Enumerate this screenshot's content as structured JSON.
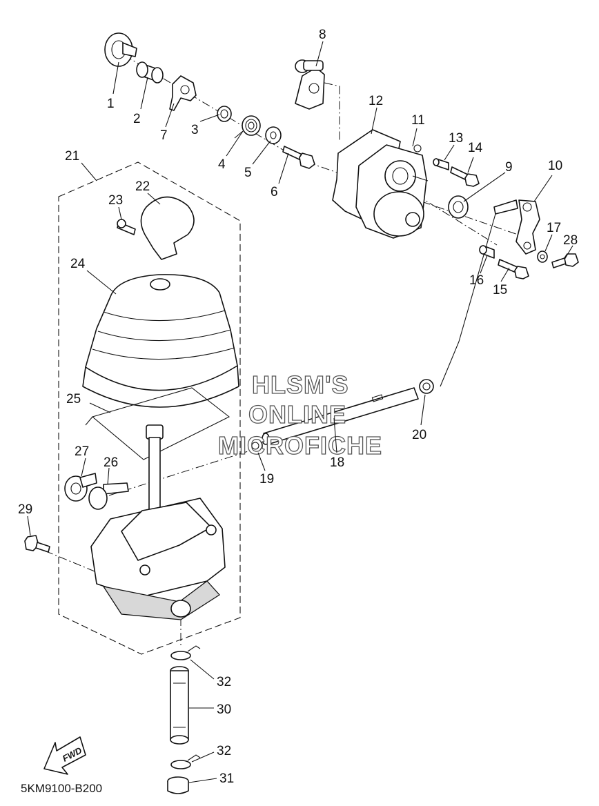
{
  "diagram_code": "5KM9100-B200",
  "watermark": [
    "HLSM'S",
    "ONLINE",
    "MICROFICHE"
  ],
  "fwd_label": "FWD",
  "callouts": [
    "1",
    "2",
    "3",
    "4",
    "5",
    "6",
    "7",
    "8",
    "9",
    "10",
    "11",
    "12",
    "13",
    "14",
    "15",
    "16",
    "17",
    "18",
    "19",
    "20",
    "21",
    "22",
    "23",
    "24",
    "25",
    "26",
    "27",
    "28",
    "29",
    "30",
    "31",
    "32",
    "32"
  ]
}
